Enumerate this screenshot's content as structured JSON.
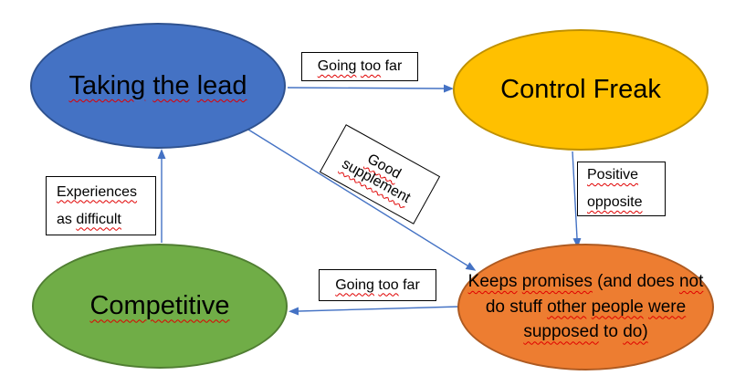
{
  "colors": {
    "background": "#FFFFFF",
    "text": "#000000",
    "arrow": "#4472C4",
    "spellcheck_underline": "#E00000",
    "label_box_fill": "#FFFFFF",
    "label_box_border": "#000000",
    "node_blue_fill": "#4472C4",
    "node_blue_border": "#2F528F",
    "node_gold_fill": "#FFC000",
    "node_gold_border": "#BF9000",
    "node_green_fill": "#70AD47",
    "node_green_border": "#507E32",
    "node_orange_fill": "#ED7D31",
    "node_orange_border": "#AE5A21"
  },
  "nodes": {
    "taking_the_lead": {
      "label": "Taking the lead",
      "lines": [
        [
          {
            "t": "Taking",
            "sp": true
          },
          {
            "t": "the",
            "sp": true
          },
          {
            "t": "lead",
            "sp": true
          }
        ]
      ]
    },
    "control_freak": {
      "label": "Control Freak",
      "lines": [
        [
          {
            "t": "Control",
            "sp": false
          },
          {
            "t": "Freak",
            "sp": false
          }
        ]
      ]
    },
    "competitive": {
      "label": "Competitive",
      "lines": [
        [
          {
            "t": "Competitive",
            "sp": true
          }
        ]
      ]
    },
    "keeps_promises": {
      "label": "Keeps promises (and does not do stuff other people were supposed to do)",
      "lines": [
        [
          {
            "t": "Keeps",
            "sp": true
          },
          {
            "t": "promises",
            "sp": true
          },
          {
            "t": "(and",
            "sp": false
          },
          {
            "t": "does",
            "sp": false
          },
          {
            "t": "not",
            "sp": true
          }
        ],
        [
          {
            "t": "do",
            "sp": false
          },
          {
            "t": "stuff",
            "sp": false
          },
          {
            "t": "other",
            "sp": true
          },
          {
            "t": "people",
            "sp": true
          },
          {
            "t": "were",
            "sp": true
          }
        ],
        [
          {
            "t": "supposed",
            "sp": true
          },
          {
            "t": "to",
            "sp": false
          },
          {
            "t": "do)",
            "sp": true
          }
        ]
      ]
    }
  },
  "edge_labels": {
    "going_too_far_top": {
      "label": "Going too far",
      "lines": [
        [
          {
            "t": "Going",
            "sp": true
          },
          {
            "t": "too",
            "sp": true
          },
          {
            "t": "far",
            "sp": false
          }
        ]
      ]
    },
    "good_supplement": {
      "label": "Good supplement",
      "lines": [
        [
          {
            "t": "Good",
            "sp": true
          }
        ],
        [
          {
            "t": "supplement",
            "sp": true
          }
        ]
      ]
    },
    "positive_opposite": {
      "label": "Positive opposite",
      "lines": [
        [
          {
            "t": "Positive",
            "sp": true
          }
        ],
        [
          {
            "t": "opposite",
            "sp": true
          }
        ]
      ]
    },
    "experiences_as_difficult": {
      "label": "Experiences as difficult",
      "lines": [
        [
          {
            "t": "Experiences",
            "sp": true
          }
        ],
        [
          {
            "t": "as",
            "sp": false
          },
          {
            "t": "difficult",
            "sp": true
          }
        ]
      ]
    },
    "going_too_far_bottom": {
      "label": "Going too far",
      "lines": [
        [
          {
            "t": "Going",
            "sp": true
          },
          {
            "t": "too",
            "sp": true
          },
          {
            "t": "far",
            "sp": false
          }
        ]
      ]
    }
  },
  "edges": [
    {
      "from": "taking_the_lead",
      "to": "control_freak",
      "label": "Going too far"
    },
    {
      "from": "taking_the_lead",
      "to": "keeps_promises",
      "label": "Good supplement"
    },
    {
      "from": "control_freak",
      "to": "keeps_promises",
      "label": "Positive opposite"
    },
    {
      "from": "keeps_promises",
      "to": "competitive",
      "label": "Going too far"
    },
    {
      "from": "competitive",
      "to": "taking_the_lead",
      "label": "Experiences as difficult"
    }
  ]
}
